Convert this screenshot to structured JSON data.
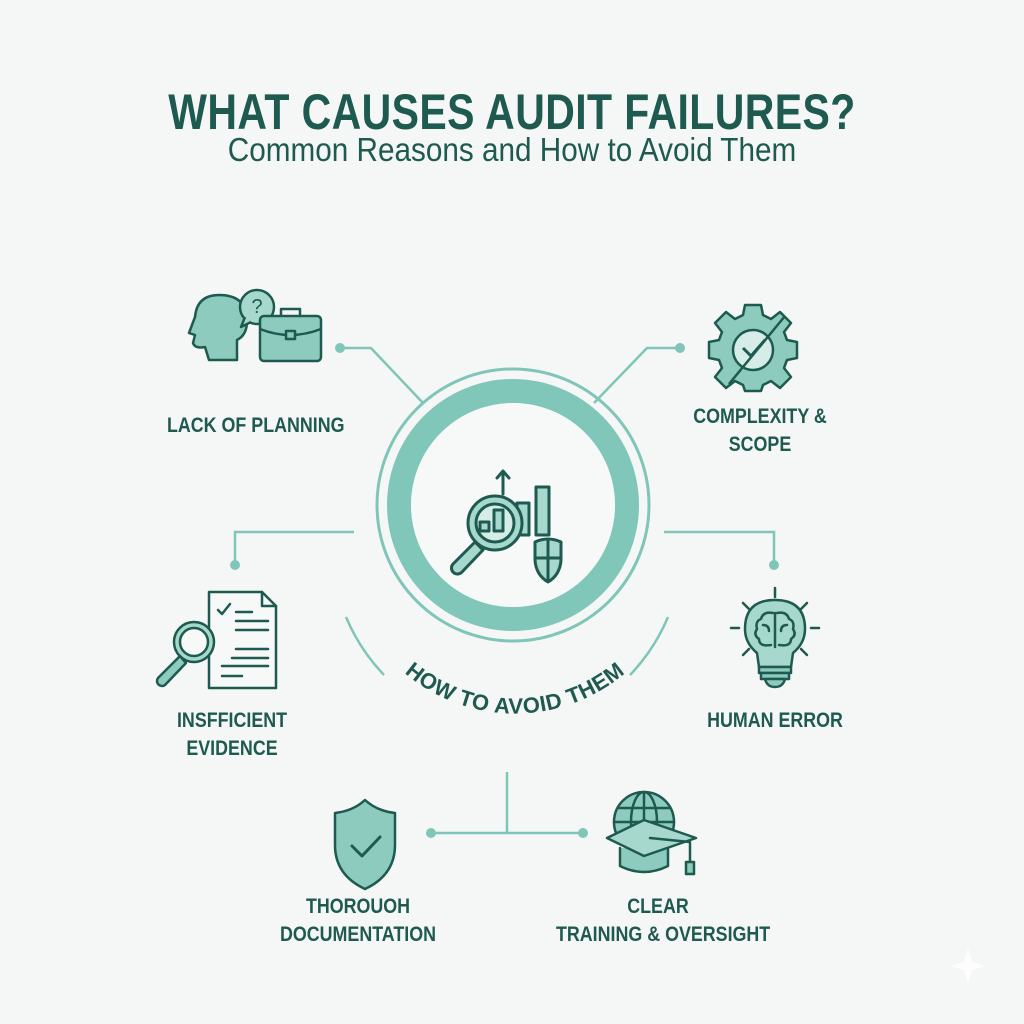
{
  "header": {
    "title": "WHAT CAUSES AUDIT FAILURES?",
    "subtitle": "Common Reasons and How to Avoid Them"
  },
  "center": {
    "icon": "magnifier-chart-shield-icon",
    "arc_label": "HOW TO AVOID THEM"
  },
  "causes": [
    {
      "label_line1": "LACK OF PLANNING",
      "label_line2": "",
      "icon": "head-question-briefcase-icon"
    },
    {
      "label_line1": "COMPLEXITY &",
      "label_line2": "SCOPE",
      "icon": "gear-check-icon"
    },
    {
      "label_line1": "INSFFICIENT",
      "label_line2": "EVIDENCE",
      "icon": "document-magnifier-icon"
    },
    {
      "label_line1": "HUMAN ERROR",
      "label_line2": "",
      "icon": "lightbulb-brain-icon"
    }
  ],
  "solutions": [
    {
      "label_line1": "THOROUOH",
      "label_line2": "DOCUMENTATION",
      "icon": "shield-check-icon"
    },
    {
      "label_line1": "CLEAR",
      "label_line2": "TRAINING & OVERSIGHT",
      "icon": "globe-graduation-cap-icon"
    }
  ],
  "colors": {
    "primary_dark": "#1e5a4f",
    "accent": "#7fc6b8",
    "accent_light": "#a7d8cd",
    "background": "#f5f6f6"
  }
}
